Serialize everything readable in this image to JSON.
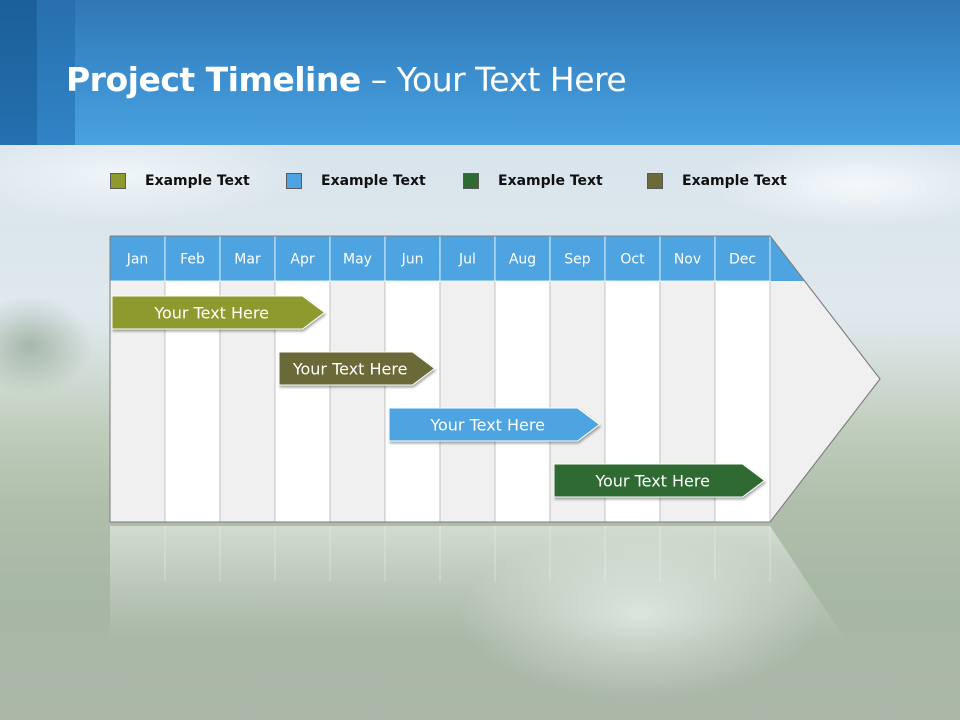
{
  "title": {
    "bold": "Project Timeline",
    "rest": " – Your Text Here"
  },
  "legend": [
    {
      "label": "Example Text",
      "color": "#8f9a2e"
    },
    {
      "label": "Example Text",
      "color": "#4ea4e0"
    },
    {
      "label": "Example Text",
      "color": "#2f6a33"
    },
    {
      "label": "Example Text",
      "color": "#6b6a38"
    }
  ],
  "months": [
    "Jan",
    "Feb",
    "Mar",
    "Apr",
    "May",
    "Jun",
    "Jul",
    "Aug",
    "Sep",
    "Oct",
    "Nov",
    "Dec"
  ],
  "tasks": [
    {
      "label": "Your  Text Here",
      "start": "Jan",
      "end": "Apr",
      "color": "#8f9a2e"
    },
    {
      "label": "Your  Text Here",
      "start": "Apr",
      "end": "Jun",
      "color": "#6b6a38"
    },
    {
      "label": "Your  Text Here",
      "start": "Jun",
      "end": "Sep",
      "color": "#4ea4e0"
    },
    {
      "label": "Your  Text Here",
      "start": "Sep",
      "end": "Dec",
      "color": "#2f6a33"
    }
  ],
  "colors": {
    "header_row": "#4ea4e0",
    "col_light": "#f0f0f0",
    "col_white": "#ffffff",
    "grid_line": "#b9b9b9"
  }
}
